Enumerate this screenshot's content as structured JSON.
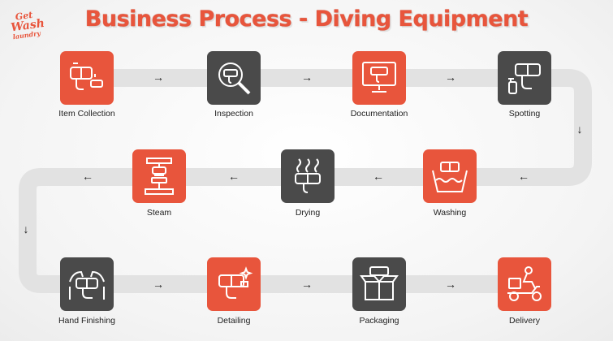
{
  "title": "Business Process - Diving Equipment",
  "logo": {
    "line1": "Get",
    "line2": "Wash",
    "line3": "laundry"
  },
  "steps": [
    {
      "label": "Item Collection",
      "tile": "orange",
      "icon": "diving-mask-icon"
    },
    {
      "label": "Inspection",
      "tile": "dark",
      "icon": "magnifier-mask-icon"
    },
    {
      "label": "Documentation",
      "tile": "orange",
      "icon": "monitor-mask-icon"
    },
    {
      "label": "Spotting",
      "tile": "dark",
      "icon": "spray-mask-icon"
    },
    {
      "label": "Washing",
      "tile": "orange",
      "icon": "basin-mask-icon"
    },
    {
      "label": "Drying",
      "tile": "dark",
      "icon": "drying-mask-icon"
    },
    {
      "label": "Steam",
      "tile": "orange",
      "icon": "steamer-mask-icon"
    },
    {
      "label": "Hand Finishing",
      "tile": "dark",
      "icon": "hands-mask-icon"
    },
    {
      "label": "Detailing",
      "tile": "orange",
      "icon": "sparkle-mask-icon"
    },
    {
      "label": "Packaging",
      "tile": "dark",
      "icon": "box-mask-icon"
    },
    {
      "label": "Delivery",
      "tile": "orange",
      "icon": "scooter-delivery-icon"
    }
  ],
  "arrows": {
    "right": "→",
    "left": "←",
    "down": "↓"
  },
  "colors": {
    "accent": "#e8553c",
    "dark": "#4a4a4a",
    "track": "#e2e2e2"
  }
}
